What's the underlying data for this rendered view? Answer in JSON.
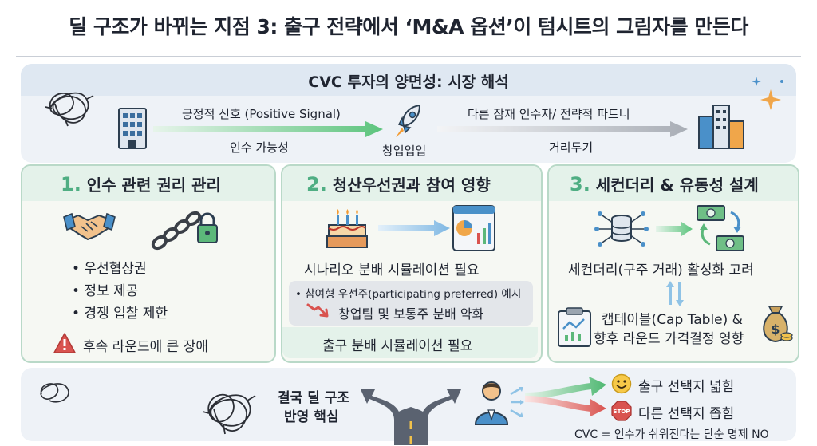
{
  "title": "딜 구조가 바뀌는 지점 3: 출구 전략에서 ‘M&A 옵션’이 텀시트의 그림자를 만든다",
  "top": {
    "title": "CVC 투자의 양면성: 시장 해석",
    "positive_signal": "긍정적 신호 (Positive Signal)",
    "acquisition_possibility": "인수 가능성",
    "startup": "창업업업",
    "other_acquirers": "다른 잠재 인수자/ 전략적 파트너",
    "distancing": "거리두기"
  },
  "cards": [
    {
      "num": "1.",
      "title": "인수 관련 권리 관리",
      "bullets": [
        "• 우선협상권",
        "• 정보 제공",
        "• 경쟁 입찰 제한"
      ],
      "warning": "후속 라운드에 큰 장애"
    },
    {
      "num": "2.",
      "title": "청산우선권과 참여 영향",
      "need": "시나리오 분배 시뮬레이션 필요",
      "example": "• 참여형 우선주(participating preferred) 예시",
      "weaken": "창업팀 및 보통주 분배 약화",
      "footer": "출구 분배 시뮬레이션 필요"
    },
    {
      "num": "3.",
      "title": "세컨더리 & 유동성 설계",
      "consider": "세컨더리(구주 거래) 활성화 고려",
      "cap_table_1": "캡테이블(Cap Table) &",
      "cap_table_2": "향후 라운드 가격결정 영향"
    }
  ],
  "bottom": {
    "conclusion_1": "결국 딜 구조",
    "conclusion_2": "반영 핵심",
    "widen": "출구 선택지 넓힘",
    "narrow": "다른 선택지 좁힘",
    "note": "CVC = 인수가 쉬워진다는 단순 명제 NO"
  },
  "colors": {
    "green": "#4fae83",
    "card_border": "#b9d9c8",
    "panel_bg": "#eef2f7",
    "red": "#d9534f",
    "blue_arrow": "#8fc3e6",
    "gray_arrow": "#b7bcc4"
  },
  "icons": [
    "tangle-icon",
    "office-building-icon",
    "rocket-icon",
    "city-buildings-icon",
    "sparkle-icon",
    "handshake-icon",
    "chain-lock-icon",
    "warning-icon",
    "cake-icon",
    "chart-report-icon",
    "trend-down-icon",
    "database-network-icon",
    "money-exchange-icon",
    "cap-table-report-icon",
    "money-bag-icon",
    "fork-road-icon",
    "person-icon",
    "smile-icon",
    "stop-sign-icon"
  ]
}
